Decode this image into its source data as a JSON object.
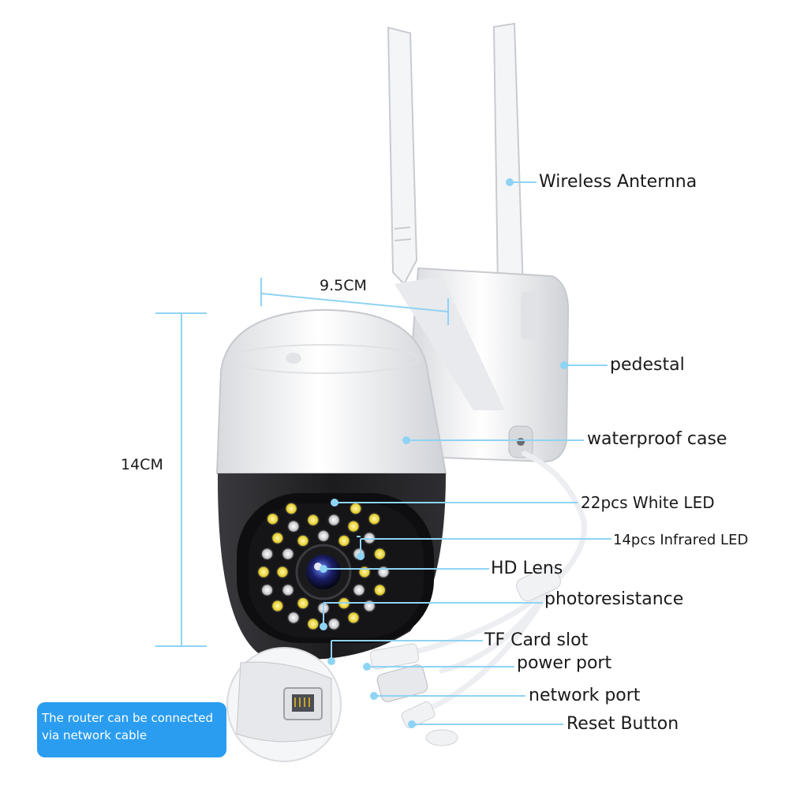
{
  "dimensions": {
    "width_label": "9.5CM",
    "height_label": "14CM"
  },
  "callouts": {
    "antenna": "Wireless Anternna",
    "pedestal": "pedestal",
    "case": "waterproof case",
    "white_led": "22pcs White LED",
    "ir_led": "14pcs Infrared LED",
    "lens": "HD Lens",
    "photo": "photoresistance",
    "tf": "TF Card slot",
    "power": "power port",
    "network": "network port",
    "reset": "Reset Button"
  },
  "note": {
    "line1": "The router can be connected",
    "line2": "via network cable"
  },
  "colors": {
    "accent": "#8fd3f4",
    "note_bg": "#2a9df0",
    "shell": "#f2f3f5",
    "lower_body": "#1f1f22"
  },
  "icons": [
    "antenna",
    "camera-dome",
    "ethernet-jack-closeup"
  ]
}
